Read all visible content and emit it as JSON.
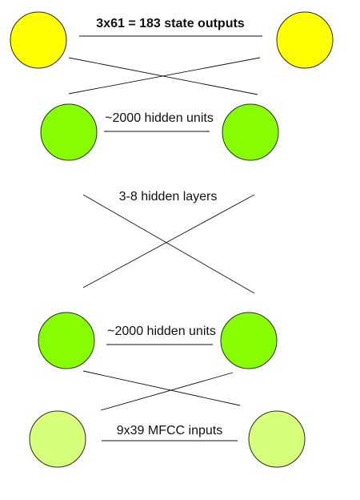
{
  "layers": {
    "output": {
      "label": "3x61 = 183 state outputs",
      "color": "#ffff00"
    },
    "hidden_top": {
      "label": "~2000 hidden units",
      "color": "#88ff00"
    },
    "middle": {
      "label": "3-8 hidden layers"
    },
    "hidden_bottom": {
      "label": "~2000 hidden units",
      "color": "#88ff00"
    },
    "input": {
      "label": "9x39 MFCC inputs",
      "color": "#d6ff7a"
    }
  }
}
